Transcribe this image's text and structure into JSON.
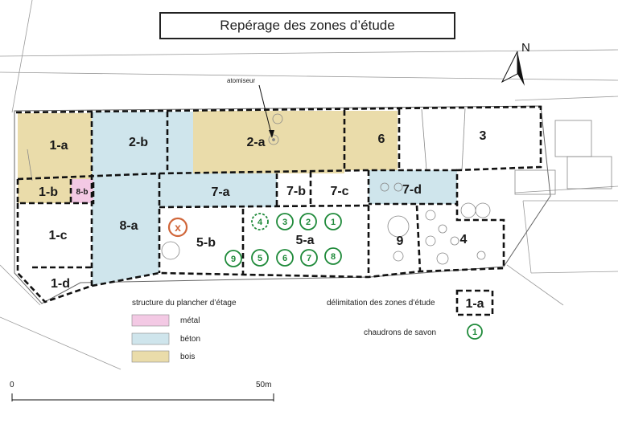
{
  "title": "Repérage des zones d’étude",
  "north": "N",
  "colors": {
    "bois": "#eadcaa",
    "beton": "#cfe5ec",
    "metal": "#f3c9e4",
    "cauldron": "#1f8a3a",
    "marker": "#d0663a"
  },
  "annotation": "atomiseur",
  "zones": {
    "z1a": "1-a",
    "z1b": "1-b",
    "z8b": "8-b",
    "z1c": "1-c",
    "z1d": "1-d",
    "z2b": "2-b",
    "z8a": "8-a",
    "z2a": "2-a",
    "z6": "6",
    "z3": "3",
    "z7a": "7-a",
    "z7b": "7-b",
    "z7c": "7-c",
    "z7d": "7-d",
    "z5b": "5-b",
    "z5a": "5-a",
    "z9": "9",
    "z4": "4"
  },
  "cauldrons": [
    "1",
    "2",
    "3",
    "4",
    "5",
    "6",
    "7",
    "8",
    "9"
  ],
  "x_marker": "x",
  "legend": {
    "structure_title": "structure du plancher d’étage",
    "metal": "métal",
    "beton": "béton",
    "bois": "bois",
    "delimitation": "délimitation des zones d’étude",
    "delimitation_sample": "1-a",
    "chaudrons": "chaudrons de savon",
    "chaudrons_sample": "1"
  },
  "scale": {
    "start": "0",
    "end": "50m"
  }
}
